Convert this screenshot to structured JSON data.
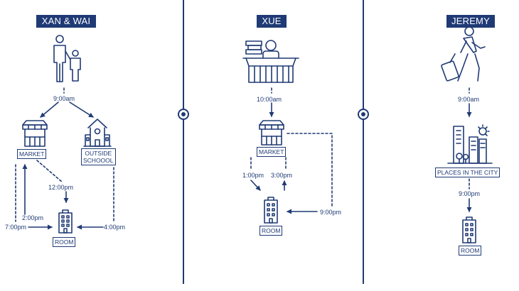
{
  "colors": {
    "primary": "#1f3a75",
    "background": "#ffffff"
  },
  "columns": [
    {
      "header": "XAN & WAI",
      "icon": "parent-and-child-icon",
      "times": {
        "start": "9:00am",
        "noon": "12:00pm",
        "two": "2:00pm",
        "seven": "7:00pm",
        "four": "4:00pm"
      },
      "places": {
        "market": "MARKET",
        "school_line1": "OUTSIDE",
        "school_line2": "SCHOOOL",
        "room": "ROOM"
      }
    },
    {
      "header": "XUE",
      "icon": "vendor-at-stall-icon",
      "times": {
        "start": "10:00am",
        "one": "1:00pm",
        "three": "3:00pm",
        "nine": "9:00pm"
      },
      "places": {
        "market": "MARKET",
        "room": "ROOM"
      }
    },
    {
      "header": "JEREMY",
      "icon": "traveler-with-suitcase-icon",
      "times": {
        "start": "9:00am",
        "nine": "9:00pm"
      },
      "places": {
        "city": "PLACES IN THE CITY",
        "room": "ROOM"
      }
    }
  ]
}
